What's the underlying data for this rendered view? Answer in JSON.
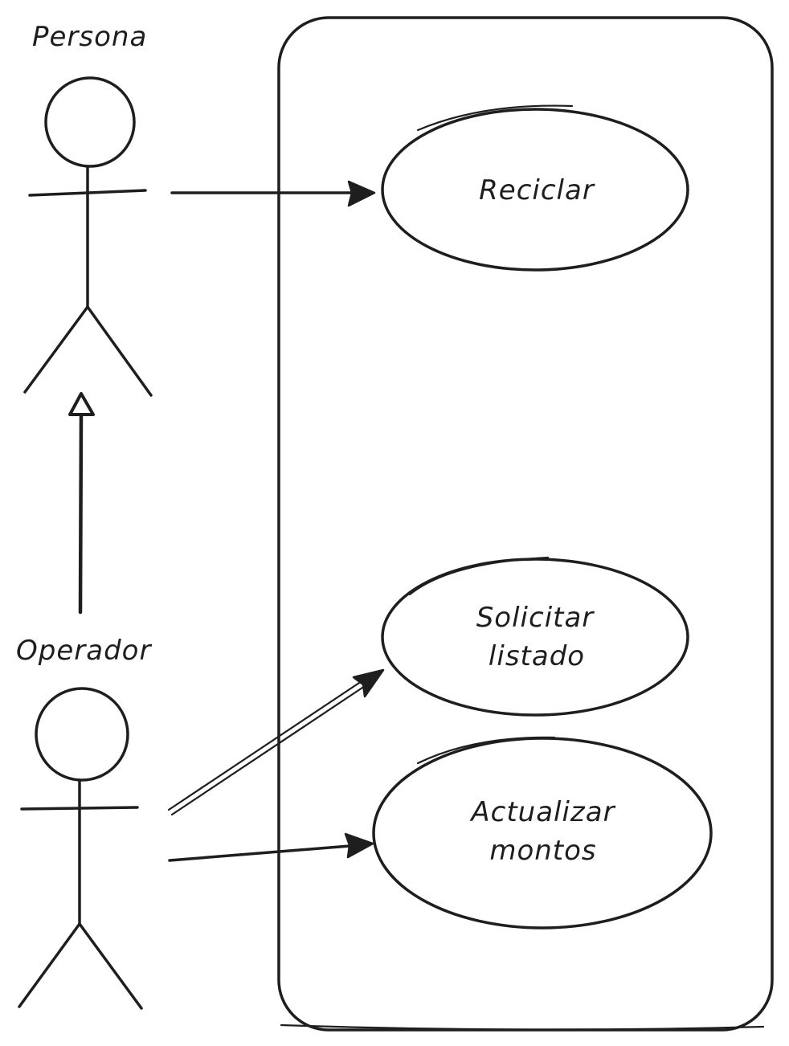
{
  "actors": [
    {
      "id": "persona",
      "label": "Persona"
    },
    {
      "id": "operador",
      "label": "Operador"
    }
  ],
  "use_cases": [
    {
      "id": "reciclar",
      "lines": [
        "Reciclar"
      ]
    },
    {
      "id": "solicitar-listado",
      "lines": [
        "Solicitar",
        "listado"
      ]
    },
    {
      "id": "actualizar-montos",
      "lines": [
        "Actualizar",
        "montos"
      ]
    }
  ],
  "relations": [
    {
      "from": "persona",
      "to": "reciclar",
      "type": "association"
    },
    {
      "from": "operador",
      "to": "persona",
      "type": "generalization"
    },
    {
      "from": "operador",
      "to": "solicitar-listado",
      "type": "association"
    },
    {
      "from": "operador",
      "to": "actualizar-montos",
      "type": "association"
    }
  ]
}
